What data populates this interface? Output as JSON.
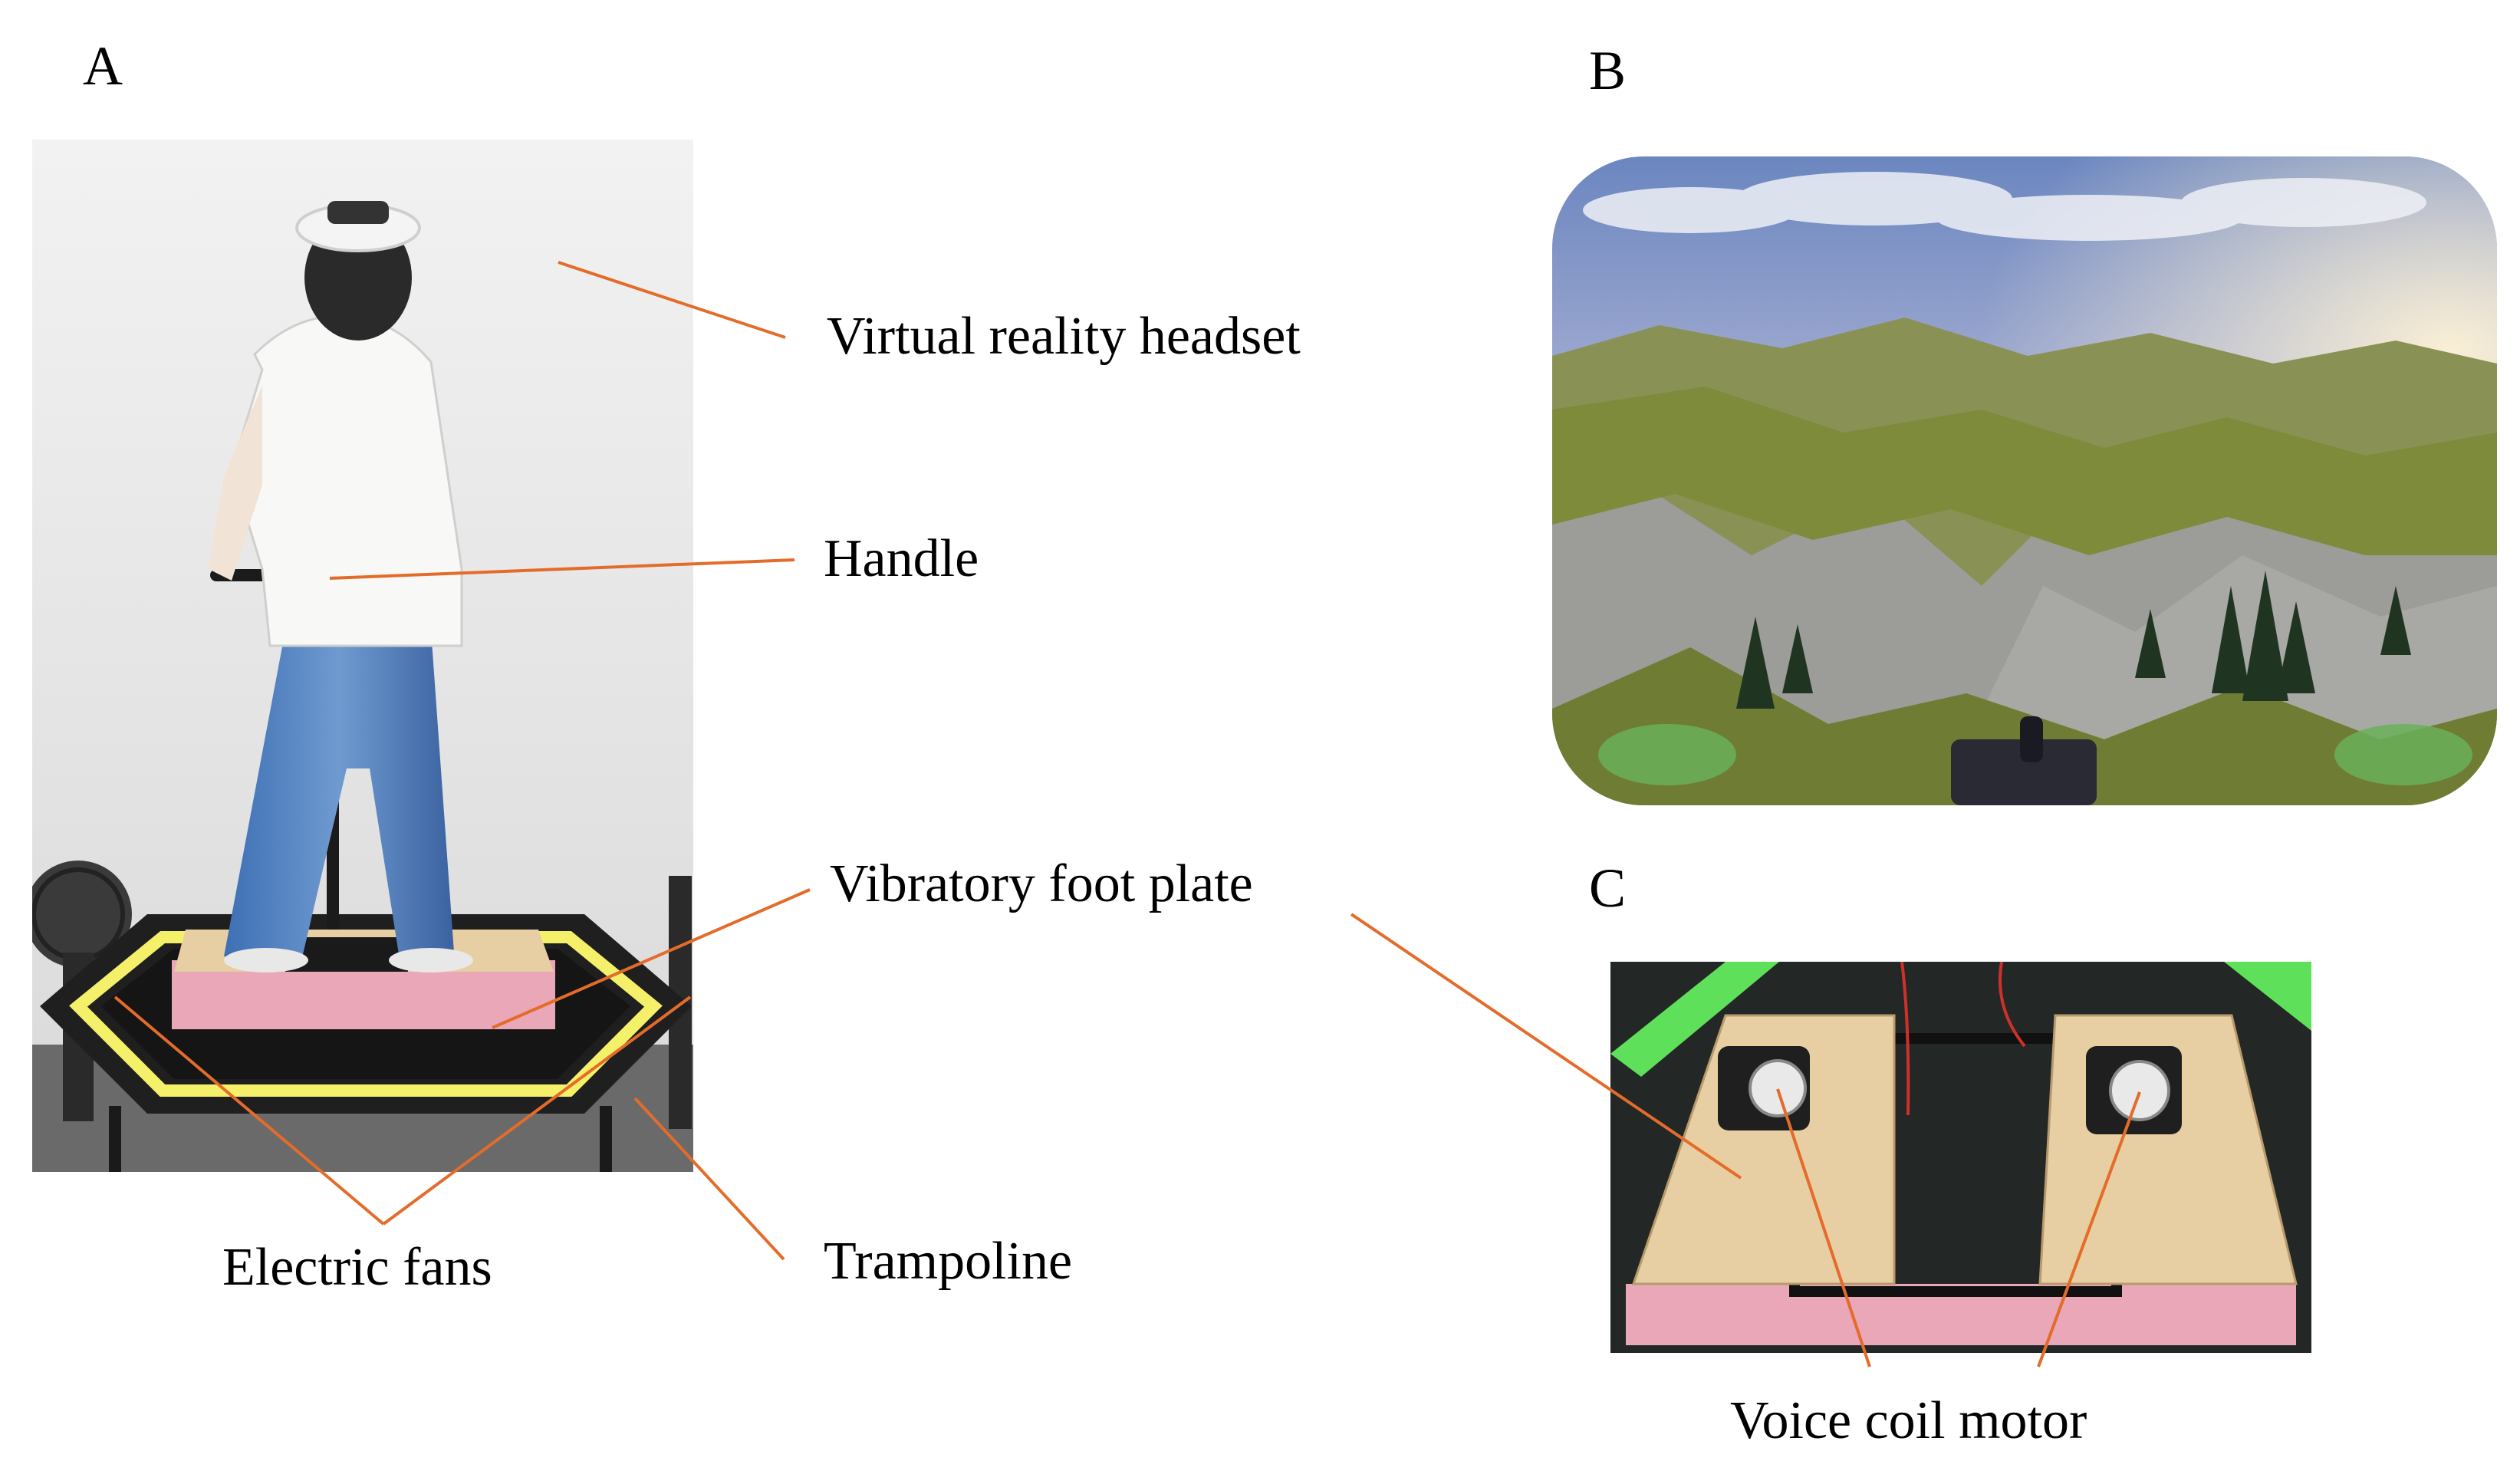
{
  "panels": {
    "a": {
      "letter": "A"
    },
    "b": {
      "letter": "B"
    },
    "c": {
      "letter": "C"
    }
  },
  "labels": {
    "headset": "Virtual reality headset",
    "handle": "Handle",
    "foot_plate": "Vibratory foot plate",
    "trampoline": "Trampoline",
    "fans": "Electric fans",
    "voice_coil": "Voice coil motor"
  },
  "colors": {
    "leader_line": "#E46C2A",
    "trampoline_edge": "#F5F06A",
    "foam": "#E9A7B8",
    "board": "#E7CFA3",
    "sky": "#8E9CC8",
    "grass": "#7E8B3A",
    "rock": "#9C9C98"
  }
}
